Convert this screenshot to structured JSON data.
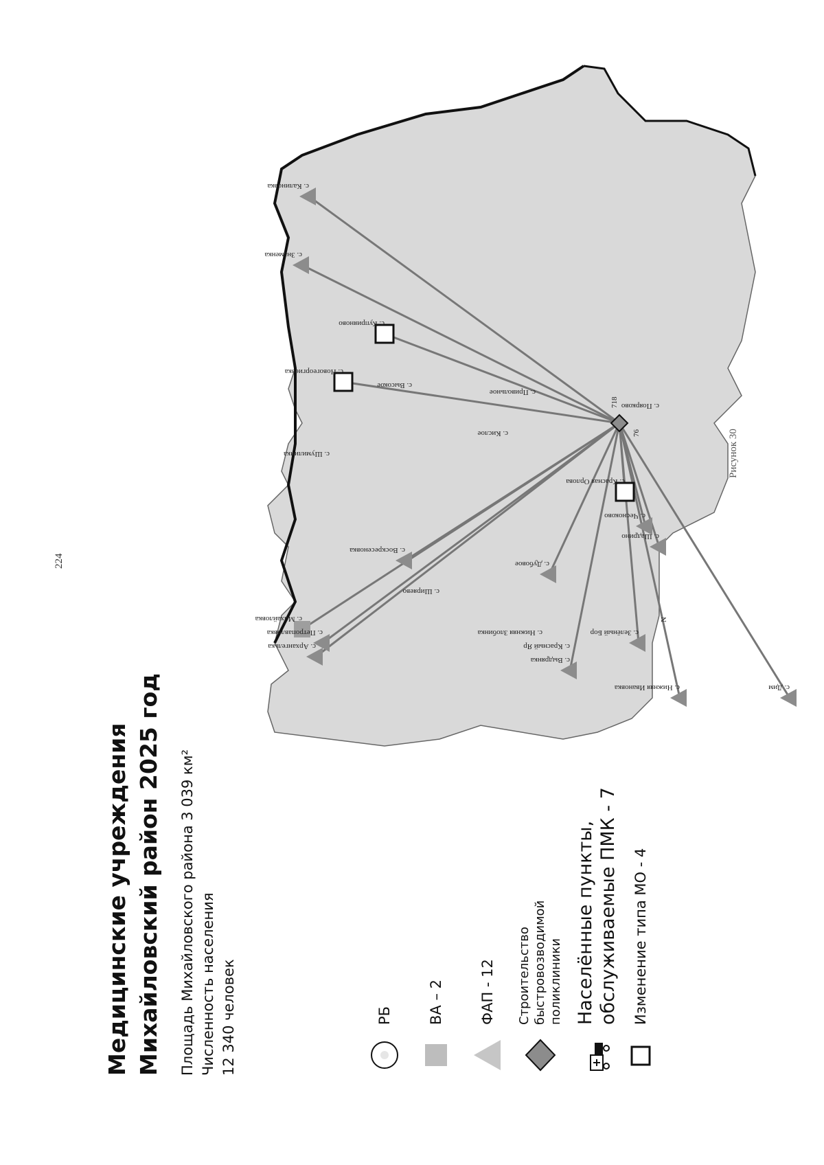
{
  "page_number": "224",
  "title_line1": "Медицинские учреждения",
  "title_line2": "Михайловский район 2025 год",
  "info": {
    "area": "Площадь Михайловского района 3 039 км²",
    "population_label": "Численность населения",
    "population_value": "12 340 человек"
  },
  "legend": {
    "rb": "РБ",
    "va": "ВА – 2",
    "fap": "ФАП - 12",
    "construction_1": "Строительство",
    "construction_2": "быстровозводимой",
    "construction_3": "поликлиники",
    "pmk_1": "Населённые пункты,",
    "pmk_2": "обслуживаемые ПМК - 7",
    "mo_change": "Изменение типа МО - 4"
  },
  "map": {
    "places": [
      "с. Петропавловка",
      "с. Архангелька",
      "с. Михайловка",
      "с. Шумилинка",
      "с. Воскресеновка",
      "с. Ширяево",
      "с. Дубовое",
      "с. Красный Яр",
      "с. Нижняя Злобинка",
      "с. Выдрянка",
      "с. Нижняя Ивановка",
      "с. Зелёный Бор",
      "с. Поярково",
      "с. Дим",
      "с. Красная Орлова",
      "с. Шадрино",
      "с. Чесноково",
      "с. Привольное",
      "с. Кислое",
      "с. Высокое",
      "с. Новогеоргиевка",
      "с. Куприяново",
      "с. Знаменка",
      "с. Калиновка"
    ],
    "center_label": "718",
    "center_label_2": "76",
    "compass": "N",
    "colors": {
      "region_fill": "#d8d8d8",
      "border": "#111111",
      "link_line": "#777777",
      "marker_gray": "#8c8c8c"
    }
  },
  "caption": "Рисунок 30"
}
